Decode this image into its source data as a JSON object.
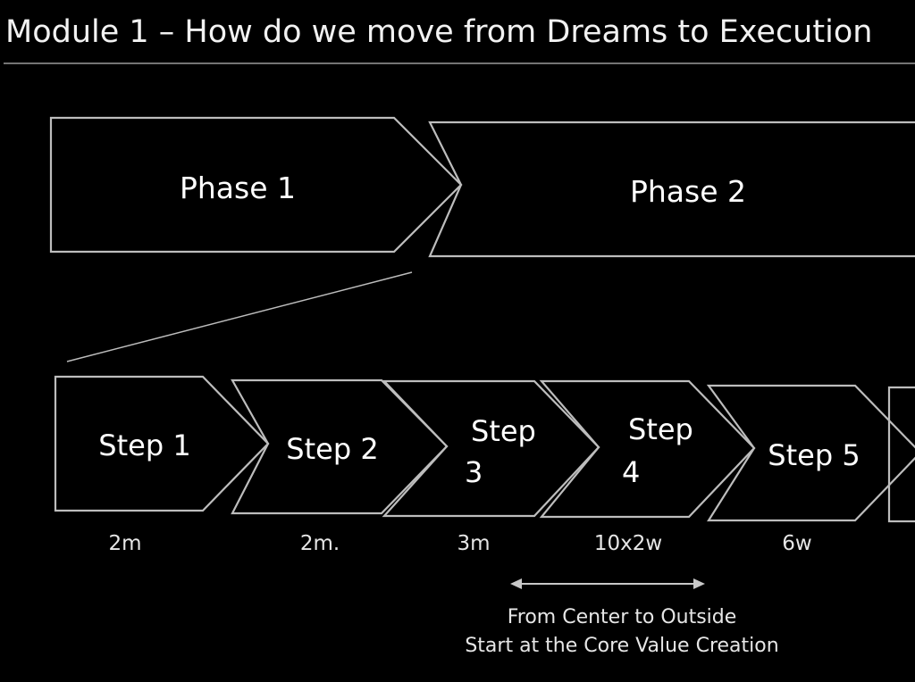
{
  "title": "Module 1 – How do we move from Dreams to Execution",
  "phases": [
    {
      "label": "Phase 1"
    },
    {
      "label": "Phase 2"
    }
  ],
  "steps": [
    {
      "lines": [
        "Step 1"
      ],
      "duration": "2m"
    },
    {
      "lines": [
        "Step 2"
      ],
      "duration": "2m."
    },
    {
      "lines": [
        "Step",
        "3"
      ],
      "duration": "3m"
    },
    {
      "lines": [
        "Step",
        "4"
      ],
      "duration": "10x2w"
    },
    {
      "lines": [
        "Step 5"
      ],
      "duration": "6w"
    }
  ],
  "note": {
    "line1": "From Center to Outside",
    "line2": "Start at the Core Value Creation"
  }
}
